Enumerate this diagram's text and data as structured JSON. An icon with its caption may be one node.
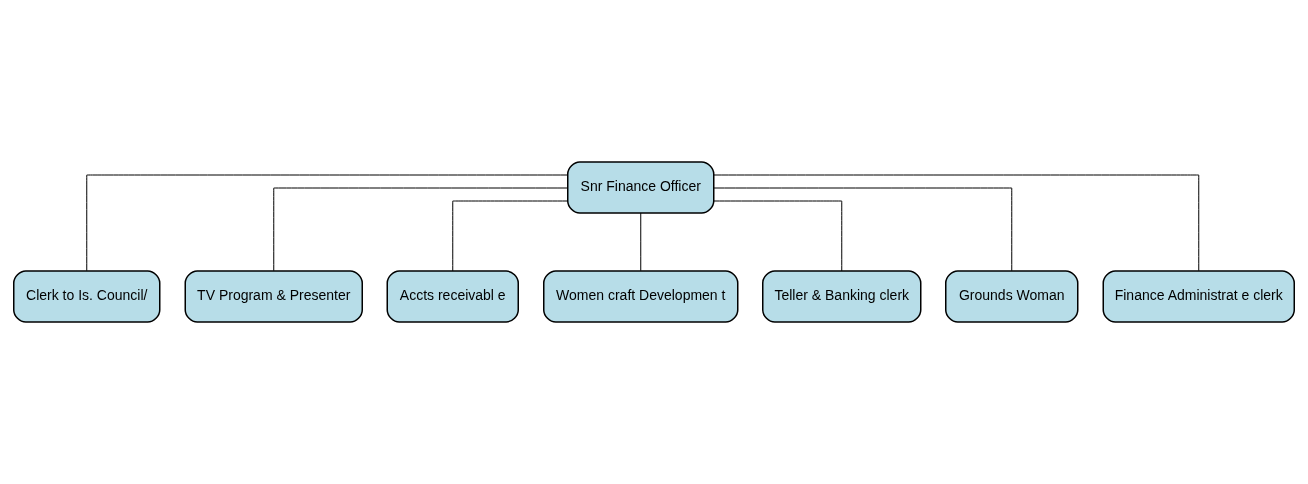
{
  "diagram": {
    "nodes": [
      {
        "text": [
          "Snr Finance Officer"
        ]
      },
      {
        "text": [
          "Clerk to Is. Council/"
        ]
      },
      {
        "text": [
          "TV Program & Presenter"
        ]
      },
      {
        "text": [
          "Accts receivabl e"
        ]
      },
      {
        "text": [
          "Women craft Developmen t"
        ]
      },
      {
        "text": [
          "Teller & Banking clerk"
        ]
      },
      {
        "text": [
          "Grounds Woman"
        ]
      },
      {
        "text": [
          "Finance Administrat e clerk"
        ]
      }
    ],
    "edges": [
      {
        "from": 0,
        "to": 1,
        "arrow": "none"
      },
      {
        "from": 0,
        "to": 2,
        "arrow": "none"
      },
      {
        "from": 0,
        "to": 3,
        "arrow": "none"
      },
      {
        "from": 0,
        "to": 4,
        "arrow": "none"
      },
      {
        "from": 0,
        "to": 5,
        "arrow": "none"
      },
      {
        "from": 0,
        "to": 6,
        "arrow": "none"
      },
      {
        "from": 0,
        "to": 7,
        "arrow": "none"
      }
    ]
  }
}
